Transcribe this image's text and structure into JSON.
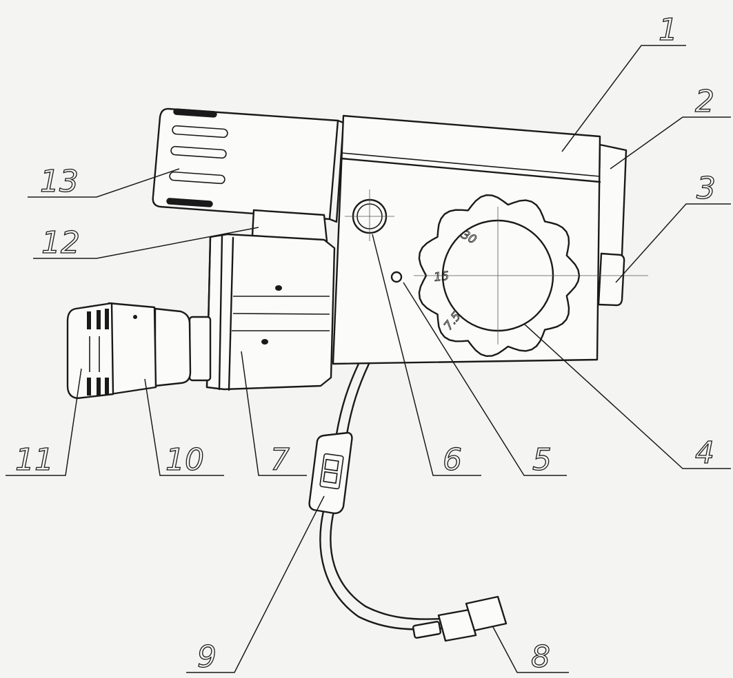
{
  "callouts": [
    {
      "id": "1",
      "label": "1"
    },
    {
      "id": "2",
      "label": "2"
    },
    {
      "id": "3",
      "label": "3"
    },
    {
      "id": "4",
      "label": "4"
    },
    {
      "id": "5",
      "label": "5"
    },
    {
      "id": "6",
      "label": "6"
    },
    {
      "id": "7",
      "label": "7"
    },
    {
      "id": "8",
      "label": "8"
    },
    {
      "id": "9",
      "label": "9"
    },
    {
      "id": "10",
      "label": "10"
    },
    {
      "id": "11",
      "label": "11"
    },
    {
      "id": "12",
      "label": "12"
    },
    {
      "id": "13",
      "label": "13"
    }
  ],
  "dial_marks": [
    "30",
    "15",
    "7.5"
  ]
}
